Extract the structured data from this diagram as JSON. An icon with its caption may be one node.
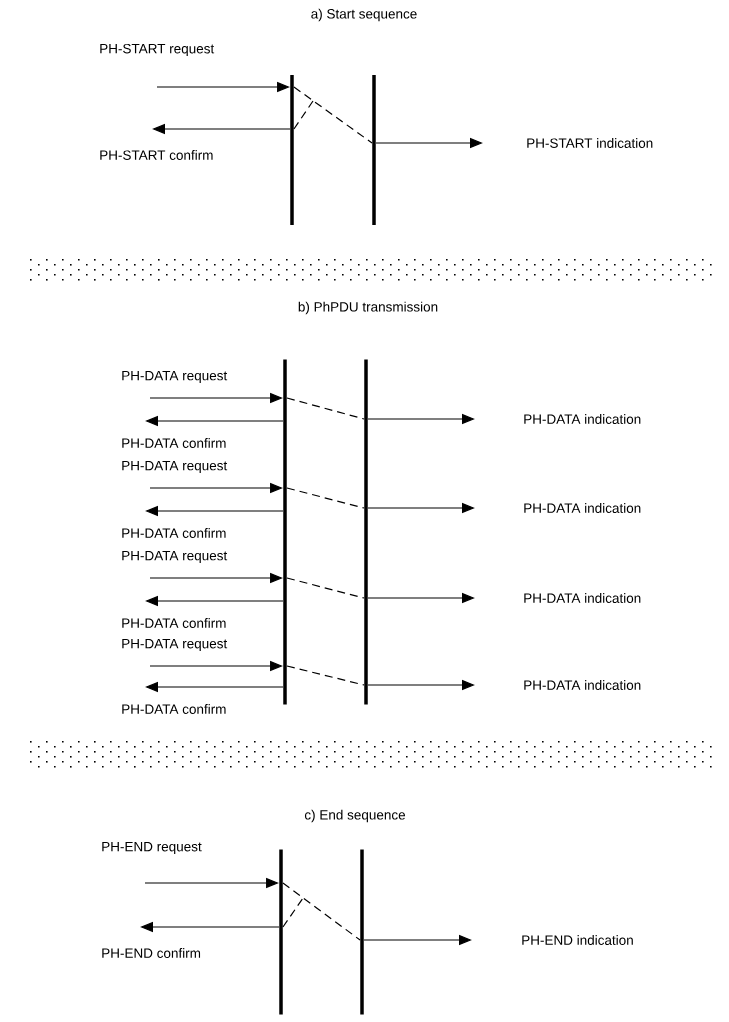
{
  "diagram": {
    "nodes": [
      {
        "text": [],
        "shape": "bar"
      },
      {
        "text": [],
        "shape": "bar"
      },
      {
        "text": [],
        "shape": "bar"
      },
      {
        "text": [],
        "shape": "bar"
      },
      {
        "text": [],
        "shape": "bar"
      },
      {
        "text": [],
        "shape": "bar"
      }
    ],
    "edges": [
      {
        "from": null,
        "to": 0,
        "arrow": "to",
        "label": "PH-START request"
      },
      {
        "from": 0,
        "to": null,
        "arrow": "to",
        "label": "PH-START confirm"
      },
      {
        "from": 0,
        "to": 1,
        "arrow": "none",
        "style": "dashed"
      },
      {
        "from": 0,
        "to": null,
        "arrow": "none",
        "style": "dashed"
      },
      {
        "from": 1,
        "to": null,
        "arrow": "to",
        "label": "PH-START indication"
      },
      {
        "from": null,
        "to": 2,
        "arrow": "to",
        "label": "PH-DATA request"
      },
      {
        "from": 2,
        "to": null,
        "arrow": "to",
        "label": "PH-DATA confirm"
      },
      {
        "from": 2,
        "to": 3,
        "arrow": "none",
        "style": "dashed"
      },
      {
        "from": 3,
        "to": null,
        "arrow": "to",
        "label": "PH-DATA indication"
      },
      {
        "from": null,
        "to": 2,
        "arrow": "to",
        "label": "PH-DATA request"
      },
      {
        "from": 2,
        "to": null,
        "arrow": "to",
        "label": "PH-DATA confirm"
      },
      {
        "from": 2,
        "to": 3,
        "arrow": "none",
        "style": "dashed"
      },
      {
        "from": 3,
        "to": null,
        "arrow": "to",
        "label": "PH-DATA indication"
      },
      {
        "from": null,
        "to": 2,
        "arrow": "to",
        "label": "PH-DATA request"
      },
      {
        "from": 2,
        "to": null,
        "arrow": "to",
        "label": "PH-DATA confirm"
      },
      {
        "from": 2,
        "to": 3,
        "arrow": "none",
        "style": "dashed"
      },
      {
        "from": 3,
        "to": null,
        "arrow": "to",
        "label": "PH-DATA indication"
      },
      {
        "from": null,
        "to": 2,
        "arrow": "to",
        "label": "PH-DATA request"
      },
      {
        "from": 2,
        "to": null,
        "arrow": "to",
        "label": "PH-DATA confirm"
      },
      {
        "from": 2,
        "to": 3,
        "arrow": "none",
        "style": "dashed"
      },
      {
        "from": 3,
        "to": null,
        "arrow": "to",
        "label": "PH-DATA indication"
      },
      {
        "from": null,
        "to": 4,
        "arrow": "to",
        "label": "PH-END request"
      },
      {
        "from": 4,
        "to": null,
        "arrow": "to",
        "label": "PH-END confirm"
      },
      {
        "from": 4,
        "to": 5,
        "arrow": "none",
        "style": "dashed"
      },
      {
        "from": 4,
        "to": null,
        "arrow": "none",
        "style": "dashed"
      },
      {
        "from": 5,
        "to": null,
        "arrow": "to",
        "label": "PH-END indication"
      }
    ],
    "labels": [
      "a) Start sequence",
      "b) PhPDU transmission",
      "c) End sequence"
    ]
  }
}
